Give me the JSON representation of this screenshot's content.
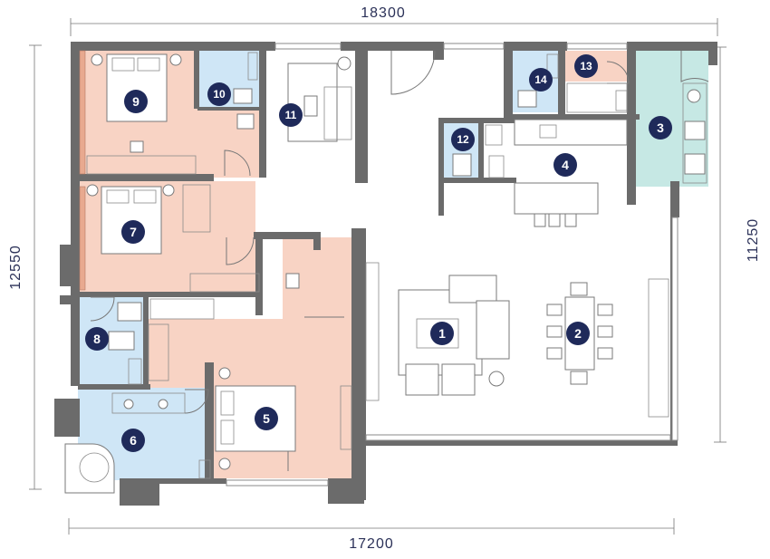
{
  "dimensions": {
    "top": "18300",
    "bottom": "17200",
    "left": "12550",
    "right": "11250"
  },
  "rooms": [
    {
      "id": "1",
      "label": "1",
      "type": "living"
    },
    {
      "id": "2",
      "label": "2",
      "type": "dining"
    },
    {
      "id": "3",
      "label": "3",
      "type": "kitchen"
    },
    {
      "id": "4",
      "label": "4",
      "type": "dry-kitchen"
    },
    {
      "id": "5",
      "label": "5",
      "type": "bedroom"
    },
    {
      "id": "6",
      "label": "6",
      "type": "bathroom"
    },
    {
      "id": "7",
      "label": "7",
      "type": "bedroom"
    },
    {
      "id": "8",
      "label": "8",
      "type": "bathroom"
    },
    {
      "id": "9",
      "label": "9",
      "type": "bedroom"
    },
    {
      "id": "10",
      "label": "10",
      "type": "bathroom"
    },
    {
      "id": "11",
      "label": "11",
      "type": "family"
    },
    {
      "id": "12",
      "label": "12",
      "type": "bathroom"
    },
    {
      "id": "13",
      "label": "13",
      "type": "bedroom"
    },
    {
      "id": "14",
      "label": "14",
      "type": "bathroom"
    }
  ],
  "colors": {
    "bedroom": "#f8d3c4",
    "bathroom": "#cfe6f6",
    "kitchen": "#c6e8e4",
    "wall": "#6b6b6b",
    "badge": "#1f2a5a",
    "label": "#2b3158"
  }
}
